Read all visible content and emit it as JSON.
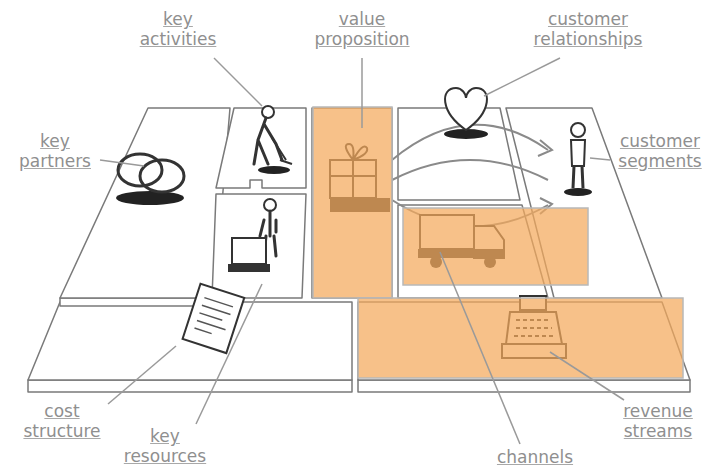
{
  "diagram": {
    "labels": [
      "key activities",
      "value proposition",
      "customer relationships",
      "key partners",
      "customer segments",
      "cost structure",
      "key resources",
      "revenue streams",
      "channels"
    ]
  }
}
